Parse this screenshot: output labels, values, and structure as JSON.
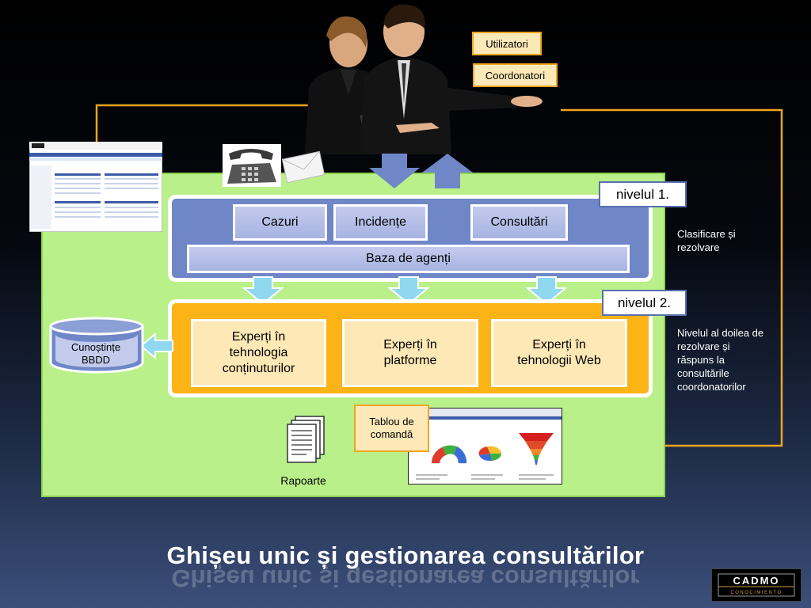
{
  "title": "Ghișeu unic și gestionarea consultărilor",
  "roles": {
    "users": "Utilizatori",
    "coordinators": "Coordonatori"
  },
  "level1": {
    "label": "nivelul 1.",
    "boxes": [
      "Cazuri",
      "Incidențe",
      "Consultări"
    ],
    "agent_base": "Baza de agenți",
    "description": "Clasificare și rezolvare"
  },
  "level2": {
    "label": "nivelul 2.",
    "experts": [
      "Experți în tehnologia conținuturilor",
      "Experți în platforme",
      "Experți în tehnologii Web"
    ],
    "description": "Nivelul al doilea de rezolvare și răspuns la consultările coordonatorilor"
  },
  "knowledge_db": "Cunoștințe BBDD",
  "reports": "Rapoarte",
  "dashboard": "Tablou de comandă",
  "logo": {
    "name": "CADMO",
    "subtitle": "CONOCIMIENTO"
  },
  "colors": {
    "green_panel": "#b9f08a",
    "blue_panel": "#6f86c7",
    "orange_panel": "#fbb315",
    "connector": "#f0a51e",
    "arrow_cyan": "#8fd8f0"
  }
}
